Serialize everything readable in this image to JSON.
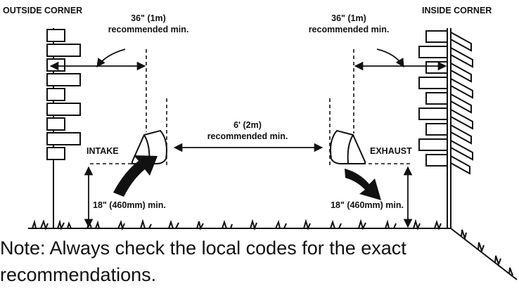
{
  "labels": {
    "outside_corner": "OUTSIDE CORNER",
    "inside_corner": "INSIDE CORNER",
    "left_clearance_1": "36\" (1m)",
    "left_clearance_2": "recommended min.",
    "right_clearance_1": "36\" (1m)",
    "right_clearance_2": "recommended min.",
    "middle_clearance_1": "6' (2m)",
    "middle_clearance_2": "recommended min.",
    "intake": "INTAKE",
    "exhaust": "EXHAUST",
    "left_height": "18\" (460mm) min.",
    "right_height": "18\" (460mm) min."
  },
  "note": "Note: Always check the local codes for the exact recommendations."
}
